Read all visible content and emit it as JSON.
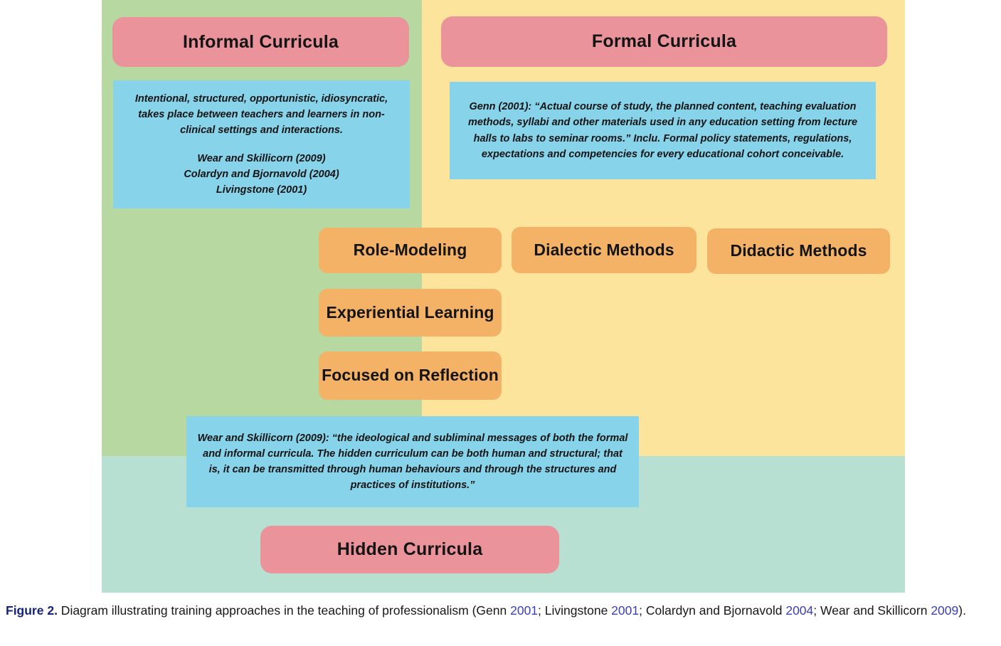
{
  "figure": {
    "regions": {
      "informal_band_color": "#b7d8a1",
      "formal_band_color": "#fce49c",
      "hidden_band_color": "#b8e0d2"
    },
    "palette": {
      "header_box": "#ea939b",
      "method_box": "#f3b266",
      "description_box": "#86d3ea",
      "text": "#141414",
      "caption_label": "#16237a",
      "caption_citation": "#3a3fbb"
    },
    "headers": {
      "informal": "Informal Curricula",
      "formal": "Formal Curricula",
      "hidden": "Hidden Curricula"
    },
    "descriptions": {
      "informal": {
        "body": "Intentional, structured, opportunistic, idiosyncratic, takes place between teachers and learners in non-clinical settings and interactions.",
        "references": [
          "Wear and Skillicorn (2009)",
          "Colardyn and Bjornavold (2004)",
          "Livingstone (2001)"
        ]
      },
      "formal": {
        "body": "Genn (2001): “Actual course of study, the planned content, teaching evaluation methods, syllabi and other materials used in any education setting from lecture halls to labs to seminar rooms.” Inclu. Formal policy statements, regulations, expectations and competencies for every educational cohort conceivable."
      },
      "hidden": {
        "body": "Wear and Skillicorn (2009): “the ideological and subliminal messages of both the formal and informal curricula. The hidden curriculum can be both human and structural; that is, it can be transmitted through human behaviours and through the structures and practices of institutions.”"
      }
    },
    "methods": [
      {
        "id": "role-modeling",
        "label": "Role-Modeling"
      },
      {
        "id": "dialectic-methods",
        "label": "Dialectic Methods"
      },
      {
        "id": "didactic-methods",
        "label": "Didactic Methods"
      },
      {
        "id": "experiential-learning",
        "label": "Experiential Learning"
      },
      {
        "id": "focused-reflection",
        "label": "Focused on Reflection"
      }
    ]
  },
  "caption": {
    "label": "Figure 2.",
    "text_1": " Diagram illustrating training approaches in the teaching of professionalism (Genn ",
    "cite_1": "2001",
    "text_2": "; Livingstone ",
    "cite_2": "2001",
    "text_3": "; Colardyn and Bjornavold ",
    "cite_3": "2004",
    "text_4": "; Wear and Skillicorn ",
    "cite_4": "2009",
    "text_5": ")."
  }
}
